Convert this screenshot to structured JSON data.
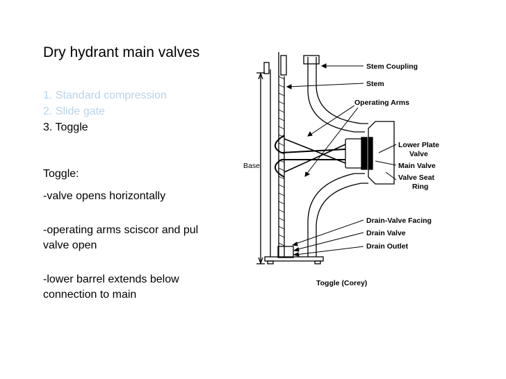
{
  "slide": {
    "title": "Dry hydrant main valves",
    "list": [
      {
        "label": "1. Standard compression"
      },
      {
        "label": "2. Slide gate"
      },
      {
        "label": "3. Toggle"
      }
    ],
    "notes": {
      "heading": "Toggle:",
      "point1": "-valve opens horizontally",
      "point2_line1": "-operating arms sciscor and pul",
      "point2_line2": "valve open",
      "point3_line1": "-lower barrel extends below",
      "point3_line2": "connection to main"
    }
  },
  "diagram": {
    "caption": "Toggle (Corey)",
    "base_label": "Base",
    "labels": {
      "stem_coupling": "Stem Coupling",
      "stem": "Stem",
      "operating_arms": "Operating Arms",
      "lower_plate_line1": "Lower Plate",
      "lower_plate_line2": "Valve",
      "main_valve": "Main Valve",
      "valve_seat_line1": "Valve Seat",
      "valve_seat_line2": "Ring",
      "drain_valve_facing": "Drain-Valve Facing",
      "drain_valve": "Drain Valve",
      "drain_outlet": "Drain Outlet"
    }
  }
}
